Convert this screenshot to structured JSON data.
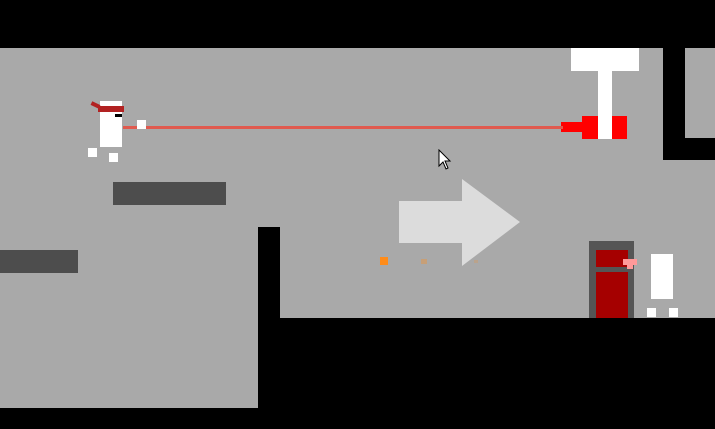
{
  "scene": {
    "background": "#000000",
    "room_color": "#a9a9a9",
    "platform_color": "#4d4d4d",
    "wall_color": "#000000"
  },
  "player": {
    "body_color": "#ffffff",
    "headband_color": "#b22222",
    "eye_color": "#000000",
    "facing": "right"
  },
  "laser": {
    "beam_color": "#e05a4f",
    "emitter_color": "#ff0000",
    "direction": "left"
  },
  "turret": {
    "mount_color": "#ffffff"
  },
  "direction_hint": {
    "icon": "arrow-right-icon",
    "color": "#dcdcdc"
  },
  "exit_door": {
    "frame_color": "#555555",
    "panel_color": "#a50000",
    "handle_color": "#ff9999"
  },
  "guard": {
    "body_color": "#ffffff"
  },
  "cursor": {
    "icon": "mouse-pointer-icon"
  },
  "sparks": {
    "color": "#ff8c1a",
    "count": 3
  }
}
